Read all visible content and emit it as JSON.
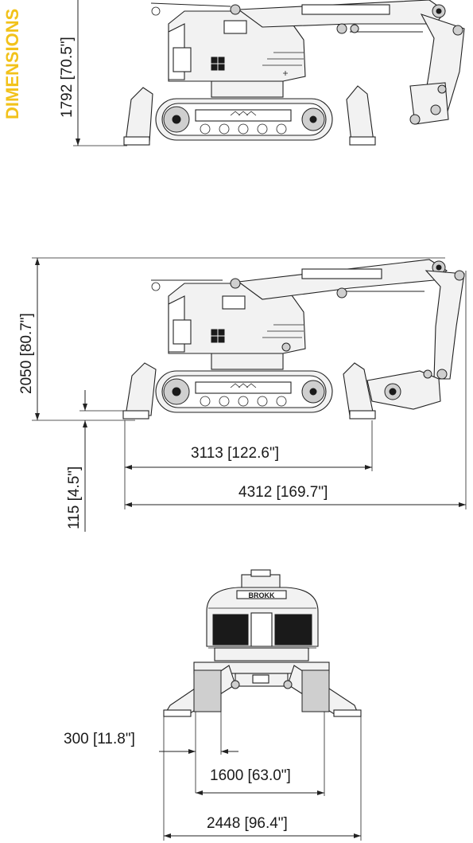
{
  "title": "DIMENSIONS",
  "colors": {
    "title": "#f2c21a",
    "line": "#222222",
    "body": "#f2f2f2"
  },
  "brand": "BROKK",
  "dimensions": {
    "side_view_folded_height": "1792 [70.5\"]",
    "side_view_working_height": "2050 [80.7\"]",
    "outrigger_ground_clearance": "115 [4.5\"]",
    "track_length": "3113 [122.6\"]",
    "overall_length": "4312 [169.7\"]",
    "track_width": "300 [11.8\"]",
    "track_gauge": "1600 [63.0\"]",
    "outrigger_span": "2448 [96.4\"]"
  }
}
